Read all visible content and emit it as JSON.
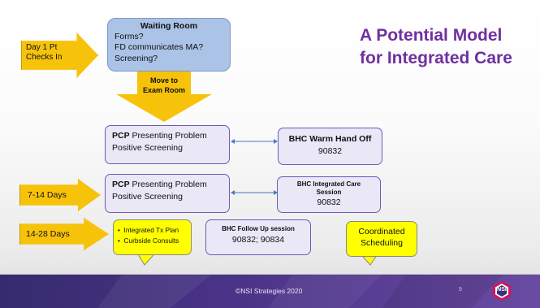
{
  "title": {
    "line1": "A Potential Model",
    "line2": "for Integrated Care"
  },
  "day1_arrow": {
    "line1": "Day 1 Pt",
    "line2": "Checks In"
  },
  "waiting_room": {
    "heading": "Waiting Room",
    "items": [
      "Forms?",
      "FD communicates MA?",
      "Screening?"
    ]
  },
  "move_arrow": {
    "line1": "Move to",
    "line2": "Exam Room"
  },
  "row1": {
    "pcp_bold": "PCP",
    "pcp_line1": " Presenting Problem",
    "pcp_line2": "Positive Screening",
    "bhc_title": "BHC Warm Hand Off",
    "bhc_code": "90832"
  },
  "row2": {
    "label": "7-14 Days",
    "pcp_bold": "PCP",
    "pcp_line1": " Presenting Problem",
    "pcp_line2": "Positive Screening",
    "bhc_title1": "BHC Integrated Care",
    "bhc_title2": "Session",
    "bhc_code": "90832"
  },
  "row3": {
    "label": "14-28 Days",
    "callout_items": [
      "Integrated Tx Plan",
      "Curbside Consults"
    ],
    "followup_title": "BHC Follow Up session",
    "followup_codes": "90832; 90834",
    "coord_line1": "Coordinated",
    "coord_line2": "Scheduling"
  },
  "footer": {
    "copyright": "©NSI Strategies 2020",
    "page_number": "9",
    "logo_text": "NSI"
  },
  "colors": {
    "arrow": "#f7c20a",
    "title": "#7030a0",
    "callout": "#ffff00",
    "box_border": "#6b5bb5",
    "footer": "#3e2f7a"
  }
}
